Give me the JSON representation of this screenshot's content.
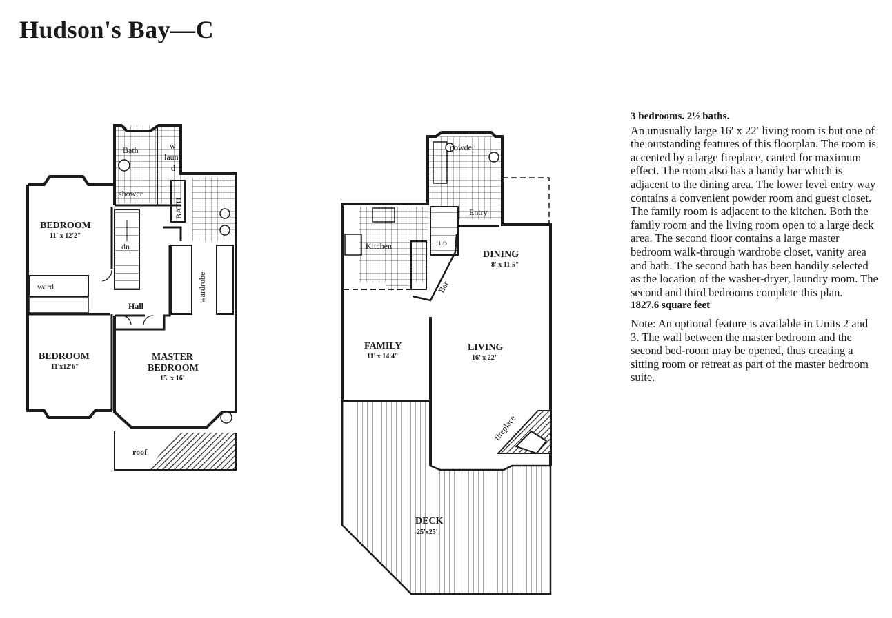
{
  "title": "Hudson's Bay—C",
  "upper_floor": {
    "labels": {
      "bath": "Bath",
      "w": "w",
      "laun": "laun",
      "d": "d",
      "shower": "shower",
      "bath2": "BATH",
      "bedroom1": "BEDROOM",
      "bedroom1_dim": "11' x 12'2\"",
      "dn": "dn",
      "ward": "ward",
      "hall": "Hall",
      "wardrobe": "wardrobe",
      "bedroom2": "BEDROOM",
      "bedroom2_dim": "11'x12'6\"",
      "master1": "MASTER",
      "master2": "BEDROOM",
      "master_dim": "15' x 16'",
      "roof": "roof"
    }
  },
  "lower_floor": {
    "labels": {
      "powder": "powder",
      "entry": "Entry",
      "kitchen": "Kitchen",
      "up": "up",
      "bar": "Bar",
      "dining": "DINING",
      "dining_dim": "8' x 11'5\"",
      "family": "FAMILY",
      "family_dim": "11' x 14'4\"",
      "living": "LIVING",
      "living_dim": "16' x 22\"",
      "fireplace": "fireplace",
      "deck": "DECK",
      "deck_dim": "25'x25'"
    }
  },
  "description": {
    "heading": "3 bedrooms. 2½  baths.",
    "body": "An unusually large 16′ x 22′ living room is but one of the outstanding features of this floorplan. The room is accented by a large fireplace, canted for maximum effect. The room also has a handy bar which is adjacent to the dining area. The lower level entry way contains a convenient powder room and guest closet. The family room is adjacent to the kitchen. Both the family room and the living room open to a large deck area. The second floor contains a large master bedroom walk-through wardrobe closet, vanity area and bath. The second bath has been handily selected as the location of the washer-dryer, laundry room. The second and third bedrooms complete this plan.",
    "area": "1827.6 square feet",
    "note": "Note: An optional feature is available in Units 2 and 3. The wall between the master bedroom and the second bed-room may be opened, thus creating a sitting room or retreat as part of the master bedroom suite."
  }
}
